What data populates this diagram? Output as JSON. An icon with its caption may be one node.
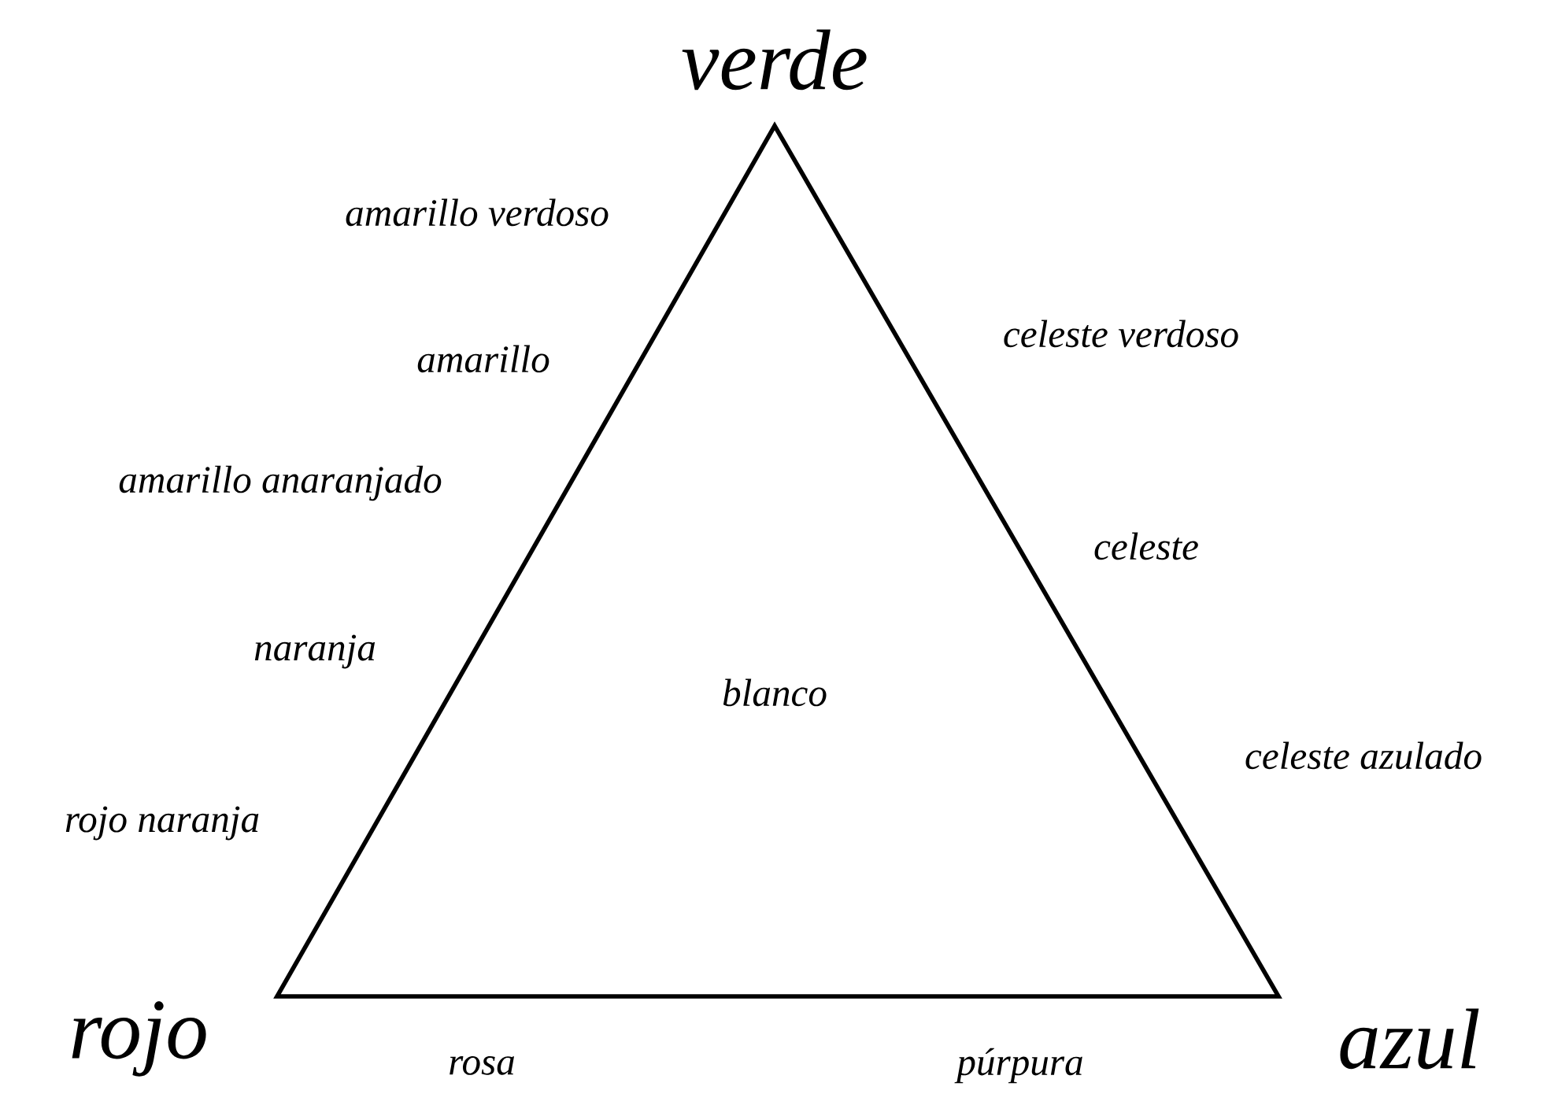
{
  "diagram": {
    "nodes": [
      {
        "text": [
          "blanco"
        ]
      }
    ],
    "labels": [
      "verde",
      "amarillo verdoso",
      "celeste verdoso",
      "amarillo",
      "amarillo anaranjado",
      "celeste",
      "naranja",
      "celeste azulado",
      "rojo naranja",
      "rojo",
      "azul",
      "rosa",
      "púrpura"
    ]
  }
}
